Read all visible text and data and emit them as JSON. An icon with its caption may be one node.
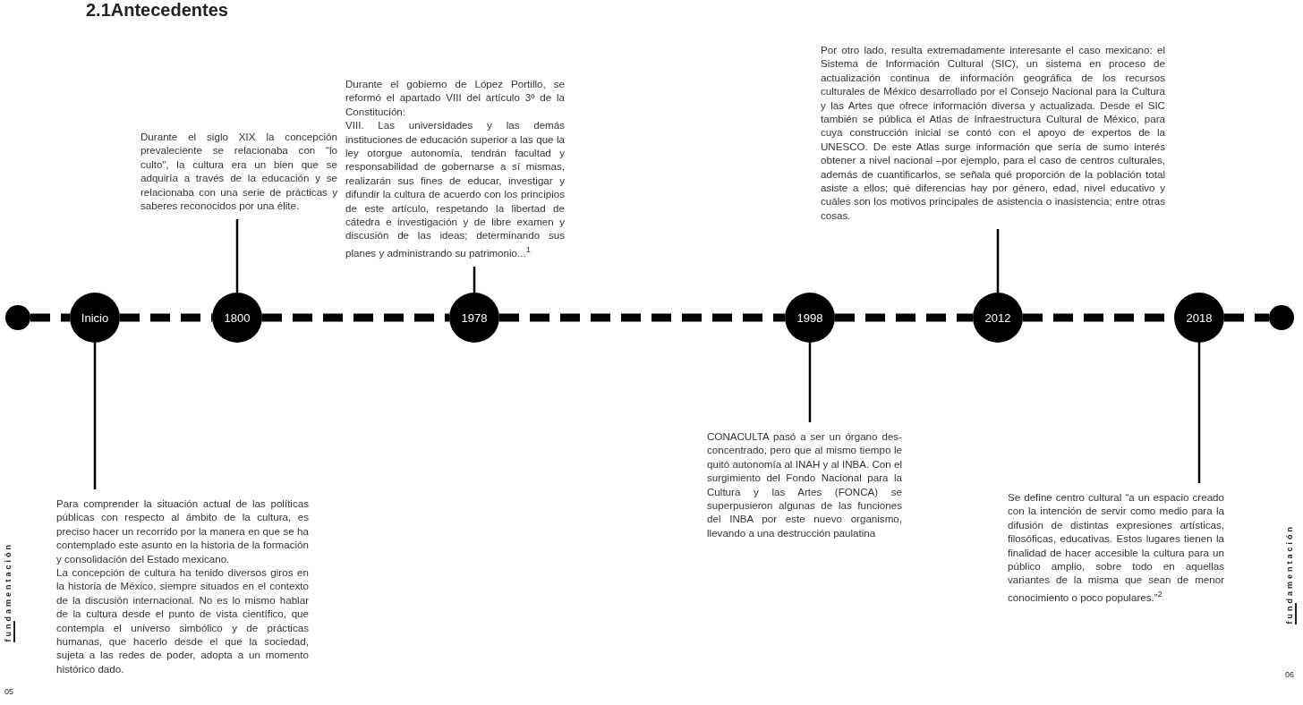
{
  "diagram": {
    "title": "2.1Antecedentes",
    "nodes": [
      {
        "text": [],
        "shape": "circle"
      },
      {
        "text": [
          "Inicio"
        ]
      },
      {
        "text": [
          "1800"
        ]
      },
      {
        "text": [
          "1978"
        ]
      },
      {
        "text": [
          "1998"
        ]
      },
      {
        "text": [
          "2012"
        ]
      },
      {
        "text": [
          "2018"
        ]
      },
      {
        "text": [],
        "shape": "circle"
      },
      {
        "text": [
          "Para comprender la situación actual de las políticas públicas con respecto al ámbito de la cultura, es preciso hacer un recorrido por la manera en que se ha contemplado este asunto en la historia de la formación y consolidación del Estado mexicano.",
          "La concepción de cultura ha tenido diversos giros en la historia de México, siempre situados en el contexto de la discusión internacional. No es lo mismo hablar de la cultura desde el punto de vista científico, que contempla el universo simbólico y de prácticas humanas, que hacerlo desde el que la sociedad, sujeta a las redes de poder, adopta a un momento histórico dado."
        ]
      },
      {
        "text": [
          "Durante el siglo XIX la concepción prevaleciente se relacionaba con “lo culto”, la cultura era un bien que se adquiría a través de la educación y se relacionaba con una serie de prácticas y saberes reconocidos por una élite."
        ]
      },
      {
        "text": [
          "Durante el gobierno de López Portillo, se reformó el apartado VIII del artículo 3º de la Constitución:",
          "VIII. Las universidades y las demás instituciones de educación superior a las que la ley otorgue autonomía, tendrán facultad y responsabilidad de gobernarse a sí mismas, realizarán sus fines de educar, investigar y difundir la cultura de acuerdo con los principios de este artículo, respetando la libertad de cátedra e investigación y de libre examen y discusión de las ideas; determinando sus planes y administrando su patrimonio...$^{1}$"
        ]
      },
      {
        "text": [
          "CONACULTA pasó a ser un órgano des-concentrado, pero que al mismo tiempo le quitó autonomía al INAH y al INBA. Con el surgimiento del Fondo Nacional para la Cultura y las Artes (FONCA) se superpusieron algunas de las funciones del INBA por este nuevo organismo, llevando a una destrucción paulatina"
        ]
      },
      {
        "text": [
          "Por otro lado, resulta extremadamente interesante el caso mexicano: el Sistema de Información Cultural (SIC), un sistema en proceso de actualización continua de información geográfica de los recursos culturales de México desarrollado por el Consejo Nacional para la Cultura y las Artes que ofrece información diversa y actualizada. Desde el SIC también se pública el Atlas de Infraestructura Cultural de México, para cuya construcción inicial se contó con el apoyo de expertos de la UNESCO. De este Atlas surge información que sería de sumo interés obtener a nivel nacional –por ejemplo, para el caso de centros culturales, además de cuantificarlos, se señala qué proporción de la población total asiste a ellos; qué diferencias hay por género, edad, nivel educativo  y cuáles son los motivos principales de asistencia o inasistencia; entre otras cosas."
        ]
      },
      {
        "text": [
          "Se define centro cultural “a un espacio creado con la intención de servir como medio para la difusión de distintas expresiones artísticas, filosóficas, educativas. Estos lugares tienen la finalidad de hacer accesible la cultura para un público amplio, sobre todo en aquellas variantes de la misma que sean de menor conocimiento o poco populares.”$^{2}$"
        ]
      }
    ],
    "edges": [
      {
        "from": 0,
        "to": 1,
        "arrow": "none",
        "style": "dashed"
      },
      {
        "from": 1,
        "to": 2,
        "arrow": "none",
        "style": "dashed"
      },
      {
        "from": 2,
        "to": 3,
        "arrow": "none",
        "style": "dashed"
      },
      {
        "from": 3,
        "to": 4,
        "arrow": "none",
        "style": "dashed"
      },
      {
        "from": 4,
        "to": 5,
        "arrow": "none",
        "style": "dashed"
      },
      {
        "from": 5,
        "to": 6,
        "arrow": "none",
        "style": "dashed"
      },
      {
        "from": 6,
        "to": 7,
        "arrow": "none",
        "style": "dashed"
      },
      {
        "from": 1,
        "to": 8,
        "arrow": "none"
      },
      {
        "from": 2,
        "to": 9,
        "arrow": "none"
      },
      {
        "from": 3,
        "to": 10,
        "arrow": "none"
      },
      {
        "from": 4,
        "to": 11,
        "arrow": "none"
      },
      {
        "from": 5,
        "to": 12,
        "arrow": "none"
      },
      {
        "from": 6,
        "to": 13,
        "arrow": "none"
      }
    ],
    "labels": [
      "fundamentación",
      "05",
      "fundamentación",
      "06"
    ]
  }
}
